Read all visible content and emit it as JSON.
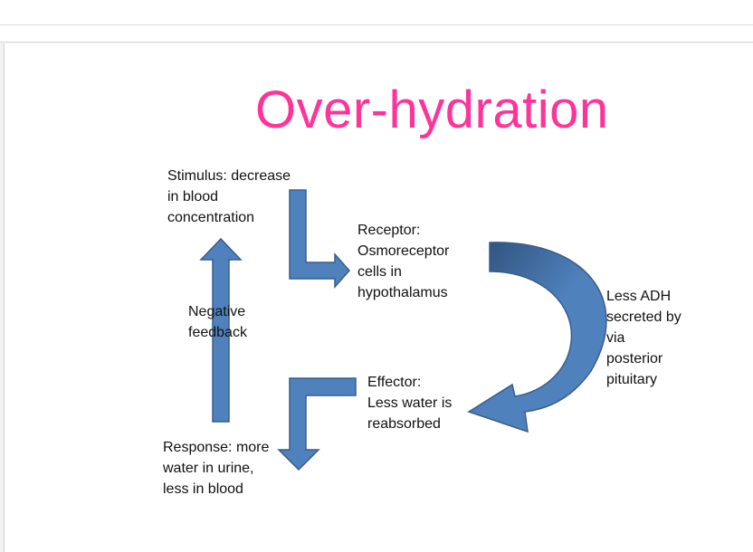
{
  "slide": {
    "title": "Over-hydration",
    "colors": {
      "title": "#ff3399",
      "arrow_fill": "#4f81bd",
      "arrow_stroke": "#385d8a",
      "arrow_dark": "#2c4d75"
    },
    "labels": {
      "stimulus": [
        "Stimulus: decrease",
        "in blood",
        "concentration"
      ],
      "receptor": [
        "Receptor:",
        "Osmoreceptor",
        "cells in",
        "hypothalamus"
      ],
      "signal": [
        "Less ADH",
        "secreted by",
        "via",
        "posterior",
        "pituitary"
      ],
      "effector": [
        "Effector:",
        "Less water is",
        "reabsorbed"
      ],
      "response": [
        "Response: more",
        "water in urine,",
        "less in blood"
      ],
      "feedback": [
        "Negative",
        "feedback"
      ]
    }
  }
}
